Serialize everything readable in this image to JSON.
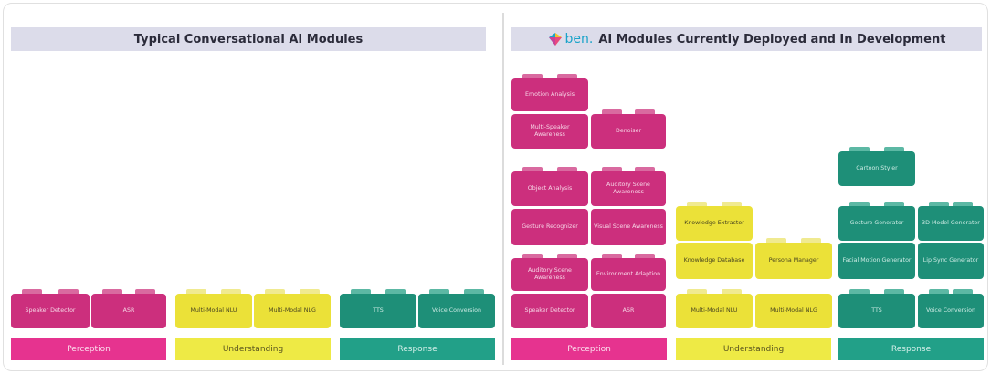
{
  "left_title": "Typical Conversational AI Modules",
  "right_title": {
    "logo_text": "ben.",
    "text": "AI Modules Currently Deployed and In Development"
  },
  "left": {
    "perception": [
      "Speaker Detector",
      "ASR"
    ],
    "understanding": [
      "Multi-Modal NLU",
      "Multi-Modal NLG"
    ],
    "response": [
      "TTS",
      "Voice Conversion"
    ],
    "categories": {
      "perception": "Perception",
      "understanding": "Understanding",
      "response": "Response"
    }
  },
  "right": {
    "perception": {
      "col1": [
        "Emotion Analysis",
        "Multi-Speaker Awareness",
        "Object Analysis",
        "Gesture Recognizer",
        "Auditory Scene Awareness",
        "Speaker Detector"
      ],
      "col2": [
        "Denoiser",
        "Auditory Scene Awareness",
        "Visual Scene Awareness",
        "Environment Adaption",
        "ASR"
      ]
    },
    "understanding": {
      "col1": [
        "Knowledge Extractor",
        "Knowledge Database",
        "Multi-Modal NLU"
      ],
      "col2": [
        "Persona Manager",
        "Multi-Modal NLG"
      ]
    },
    "response": {
      "col1": [
        "Cartoon Styler",
        "Gesture Generator",
        "Facial Motion Generator",
        "TTS"
      ],
      "col2": [
        "3D Model Generator",
        "Lip Sync Generator",
        "Voice Conversion"
      ]
    },
    "categories": {
      "perception": "Perception",
      "understanding": "Understanding",
      "response": "Response"
    }
  },
  "colors": {
    "perception": "#cc2f7d",
    "understanding": "#ebe138",
    "response": "#1e8f78",
    "title_bg": "#dcdcea"
  }
}
